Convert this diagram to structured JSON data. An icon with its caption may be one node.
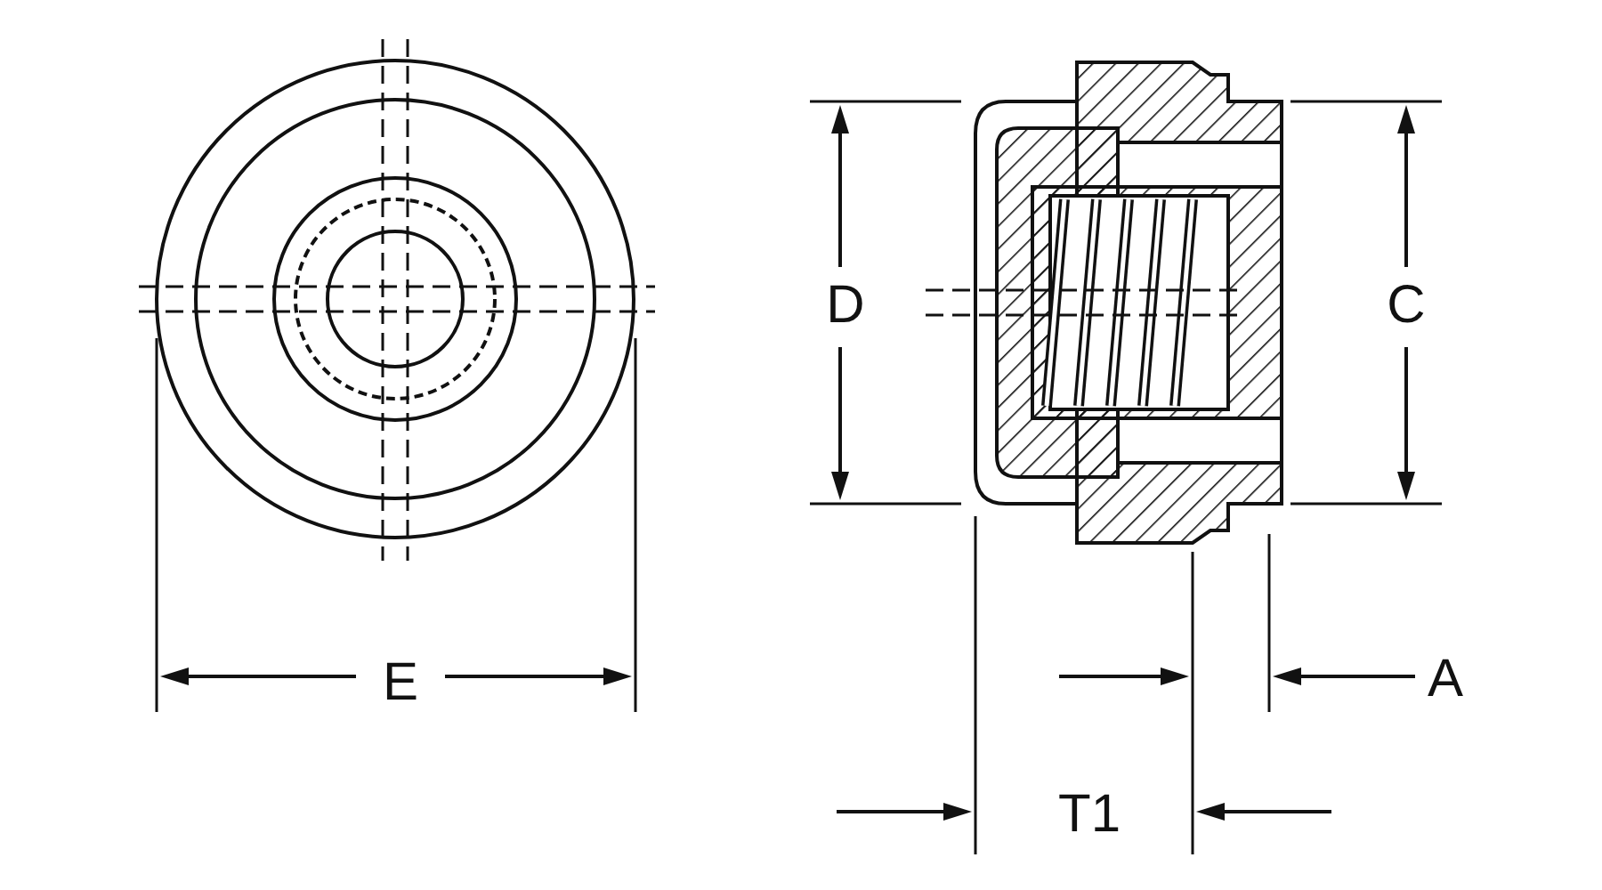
{
  "diagram": {
    "labels": [
      "D",
      "C",
      "E",
      "A",
      "T1"
    ]
  }
}
